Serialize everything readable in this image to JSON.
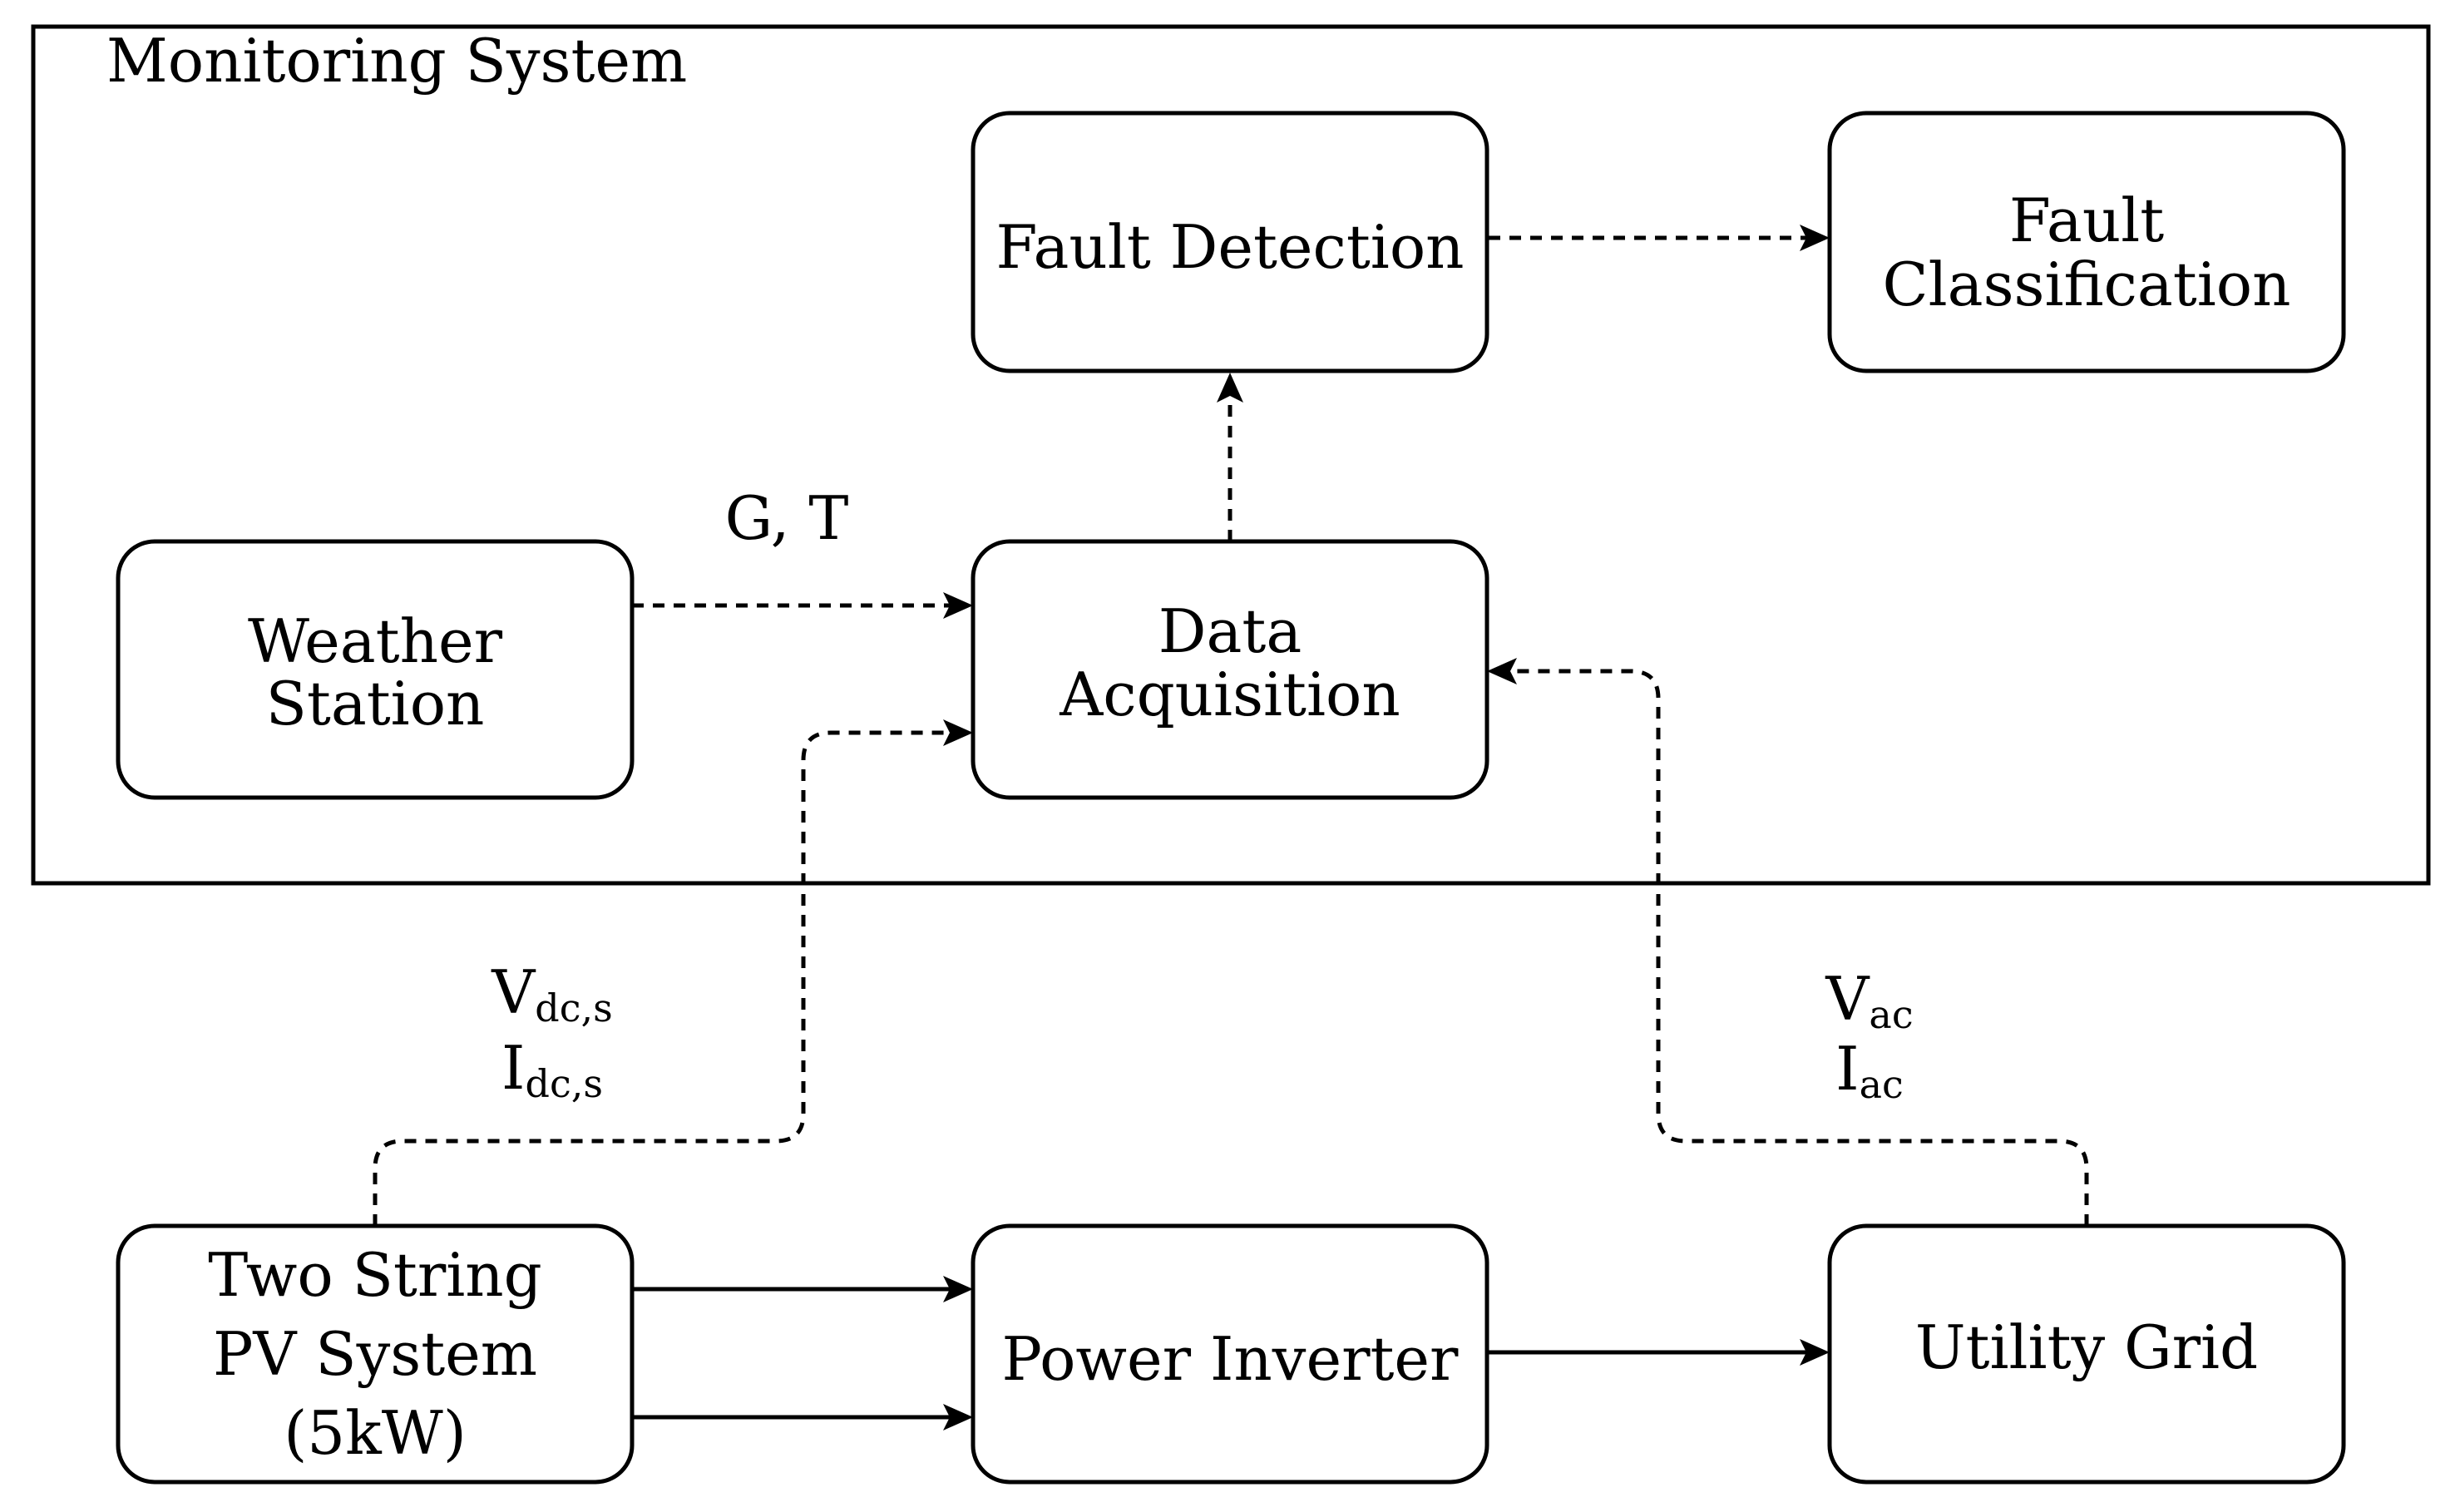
{
  "diagram": {
    "monitoring_system_label": "Monitoring System",
    "nodes": {
      "fault_detection": "Fault Detection",
      "fault_classification": [
        "Fault",
        "Classification"
      ],
      "weather_station": [
        "Weather",
        "Station"
      ],
      "data_acquisition": [
        "Data",
        "Acquisition"
      ],
      "pv_system": [
        "Two String",
        "PV System",
        "(5kW)"
      ],
      "power_inverter": "Power Inverter",
      "utility_grid": "Utility Grid"
    },
    "signals": {
      "weather": "G, T",
      "dc_voltage": {
        "base": "V",
        "sub": "dc,s"
      },
      "dc_current": {
        "base": "I",
        "sub": "dc,s"
      },
      "ac_voltage": {
        "base": "V",
        "sub": "ac"
      },
      "ac_current": {
        "base": "I",
        "sub": "ac"
      }
    }
  }
}
